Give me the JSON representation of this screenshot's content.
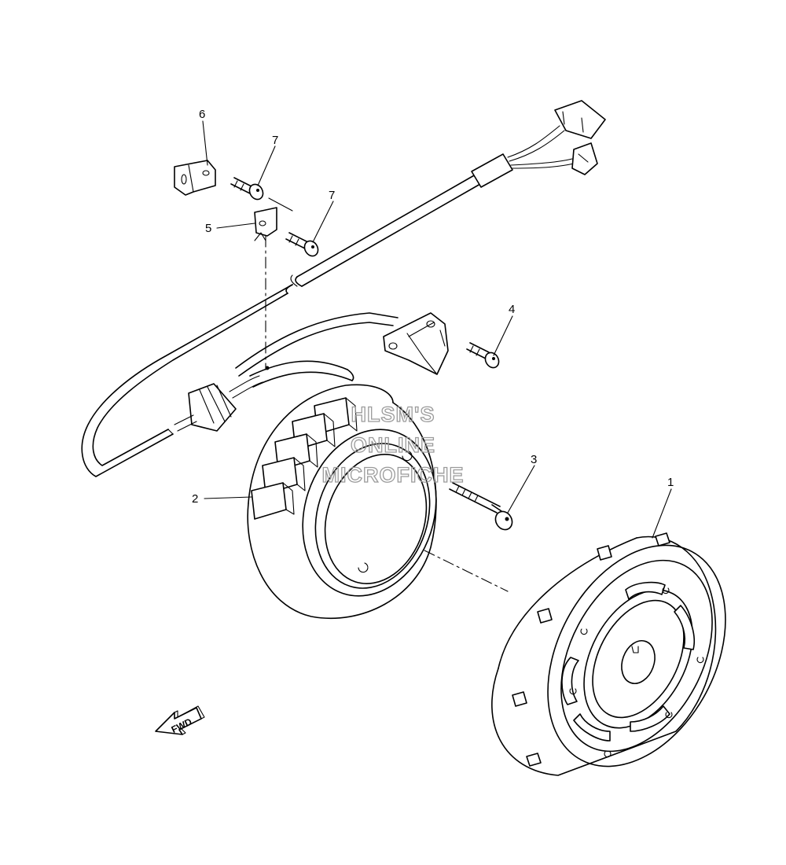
{
  "callouts": {
    "c1": "1",
    "c2": "2",
    "c3": "3",
    "c4": "4",
    "c5": "5",
    "c6": "6",
    "c7a": "7",
    "c7b": "7"
  },
  "watermark": {
    "line1": "HLSM'S",
    "line2": "ONLINE",
    "line3": "MICROFICHE"
  },
  "direction_arrow": {
    "label": "FWD",
    "icon": "fwd-arrow-icon"
  },
  "colors": {
    "line": "#000000",
    "watermark": "#9a9a9a",
    "background": "#ffffff"
  }
}
